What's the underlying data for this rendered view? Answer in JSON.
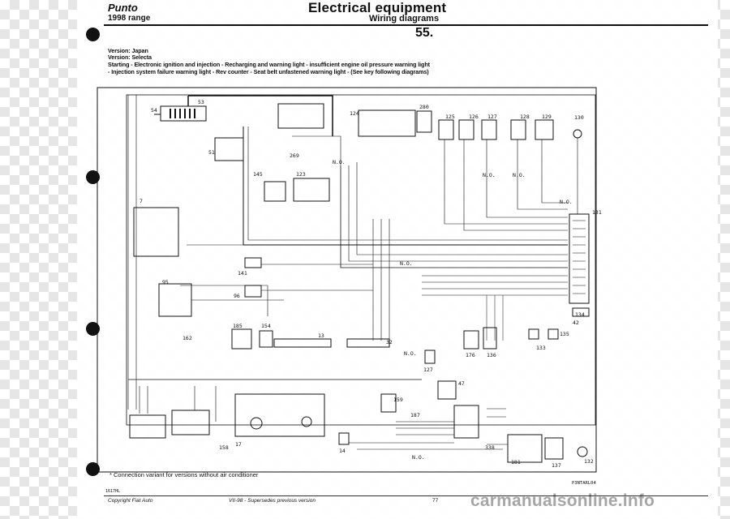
{
  "header": {
    "model": "Punto",
    "range": "1998 range",
    "section": "Electrical equipment",
    "subsection": "Wiring diagrams",
    "page_number": "55."
  },
  "description": {
    "line1": "Version: Japan",
    "line2": "Version: Selecta",
    "line3": "Starting - Electronic ignition and injection - Recharging and warning light - insufficient engine oil pressure warning light",
    "line4": "- Injection system failure warning light - Rev counter - Seat belt unfastened warning light - (See key following diagrams)"
  },
  "diagram": {
    "labels": [
      "53",
      "54",
      "269",
      "51",
      "124",
      "280",
      "125",
      "126",
      "127",
      "128",
      "129",
      "130",
      "145",
      "123",
      "7",
      "131",
      "141",
      "95",
      "96",
      "162",
      "185",
      "154",
      "13",
      "32",
      "176",
      "136",
      "135",
      "133",
      "134",
      "137",
      "159",
      "187",
      "338",
      "181",
      "47",
      "158",
      "17",
      "14",
      "132",
      "42",
      "127",
      "N.O.",
      "N.O.",
      "N.O.",
      "N.O.",
      "N.O.",
      "N.O.",
      "N.O.",
      "N.O."
    ]
  },
  "footer": {
    "footnote": "* Connection variant for versions without air conditioner",
    "drawing_code": "P3NTARL04",
    "small_code": "1617HL",
    "copyright": "Copyright Fiat Auto",
    "edition": "VII-98 - Supersedes previous version",
    "page": "77"
  },
  "watermark": "carmanualsonline.info"
}
